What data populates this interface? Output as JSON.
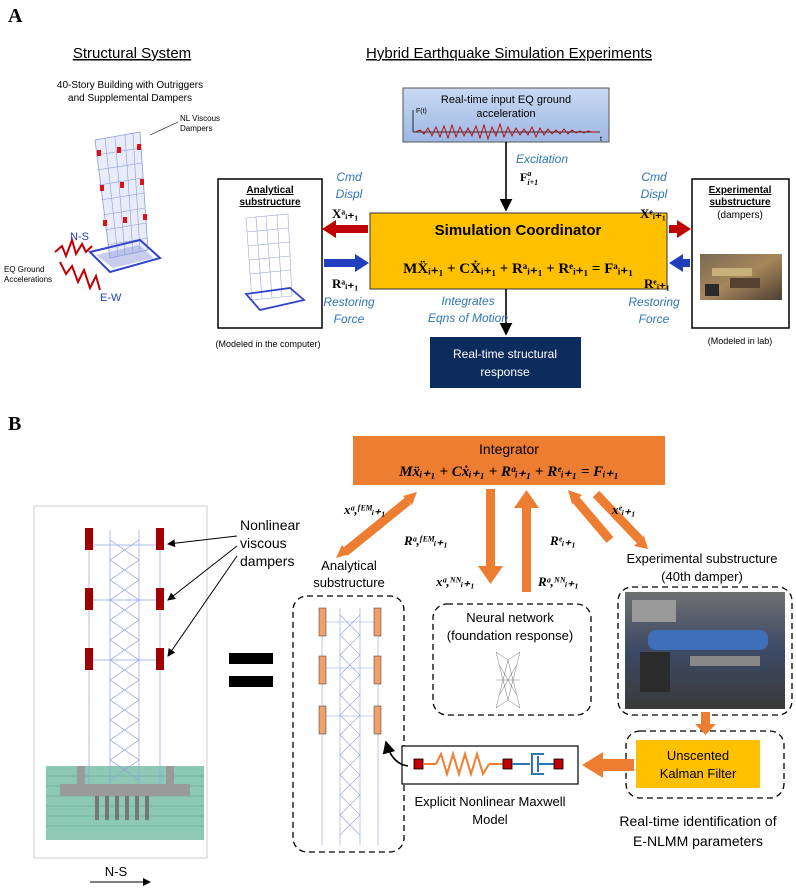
{
  "panel_a": {
    "letter": "A",
    "structural_title": "Structural System",
    "building_caption_1": "40-Story Building with Outriggers",
    "building_caption_2": "and Supplemental Dampers",
    "nl_label_1": "NL Viscous",
    "nl_label_2": "Dampers",
    "eq_label_1": "EQ Ground",
    "eq_label_2": "Accelerations",
    "ns": "N-S",
    "ew": "E-W",
    "hybrid_title": "Hybrid Earthquake Simulation Experiments",
    "input_line1": "Real-time input EQ ground",
    "input_line2": "acceleration",
    "ft": "F(t)",
    "t": "t",
    "excitation": "Excitation",
    "excitation_sym": "F",
    "excitation_sub": "i+1",
    "excitation_sup": "a",
    "analytical_title_1": "Analytical",
    "analytical_title_2": "substructure",
    "modeled_computer": "(Modeled in the computer)",
    "experimental_title_1": "Experimental",
    "experimental_title_2": "substructure",
    "experimental_title_3": "(dampers)",
    "modeled_lab": "(Modeled in lab)",
    "cmd_1": "Cmd",
    "cmd_2": "Displ",
    "restoring_1": "Restoring",
    "restoring_2": "Force",
    "coordinator_title": "Simulation Coordinator",
    "equation": "MẌᵢ₊₁ + CẊᵢ₊₁ + Rᵃᵢ₊₁ + Rᵉᵢ₊₁ = Fᵃᵢ₊₁",
    "x_a": "Xᵃᵢ₊₁",
    "r_a": "Rᵃᵢ₊₁",
    "x_e": "Xᵉᵢ₊₁",
    "r_e": "Rᵉᵢ₊₁",
    "integrates_1": "Integrates",
    "integrates_2": "Eqns of Motion",
    "response_1": "Real-time structural",
    "response_2": "response"
  },
  "panel_b": {
    "letter": "B",
    "integrator_title": "Integrator",
    "integrator_eq": "Mẍᵢ₊₁ + Cẋᵢ₊₁ + Rᵃᵢ₊₁ + Rᵉᵢ₊₁ = Fᵢ₊₁",
    "x_fem": "xᵃ,ᶠᴱᴹᵢ₊₁",
    "r_fem": "Rᵃ,ᶠᴱᴹᵢ₊₁",
    "x_nn": "xᵃ,ᴺᴺᵢ₊₁",
    "r_nn": "Rᵃ,ᴺᴺᵢ₊₁",
    "r_e": "Rᵉᵢ₊₁",
    "x_e": "xᵉᵢ₊₁",
    "dampers_1": "Nonlinear",
    "dampers_2": "viscous",
    "dampers_3": "dampers",
    "analytical_1": "Analytical",
    "analytical_2": "substructure",
    "nn_1": "Neural network",
    "nn_2": "(foundation response)",
    "exp_1": "Experimental substructure",
    "exp_2": "(40th damper)",
    "ukf_1": "Unscented",
    "ukf_2": "Kalman Filter",
    "maxwell_1": "Explicit Nonlinear Maxwell",
    "maxwell_2": "Model",
    "realtime_1": "Real-time identification of",
    "realtime_2": "E-NLMM parameters",
    "ns": "N-S"
  },
  "colors": {
    "orange": "#ED7D31",
    "gold": "#FFC000",
    "navy": "#0C2C5E",
    "red": "#C00000",
    "blue": "#1F3FBF",
    "italic_blue": "#2E75B6"
  }
}
